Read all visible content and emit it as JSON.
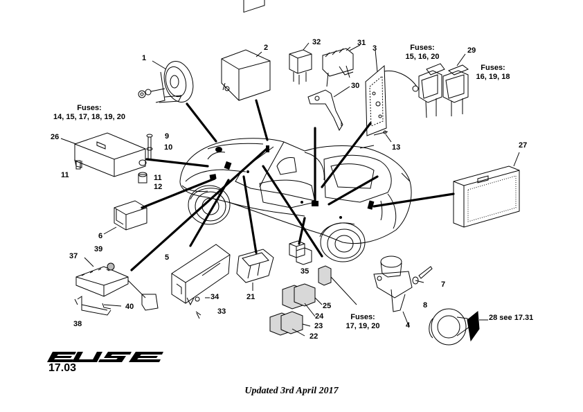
{
  "labels": {
    "p1": "1",
    "p2": "2",
    "p3": "3",
    "p4": "4",
    "p5": "5",
    "p6": "6",
    "p7": "7",
    "p8": "8",
    "p9": "9",
    "p10": "10",
    "p11a": "11",
    "p11b": "11",
    "p12": "12",
    "p13": "13",
    "p21": "21",
    "p22": "22",
    "p23": "23",
    "p24": "24",
    "p25": "25",
    "p26": "26",
    "p27": "27",
    "p28": "28 see 17.31",
    "p29": "29",
    "p30": "30",
    "p31": "31",
    "p32": "32",
    "p33": "33",
    "p34": "34",
    "p35": "35",
    "p37": "37",
    "p38": "38",
    "p39": "39",
    "p40": "40"
  },
  "fuse_notes": {
    "left": {
      "title": "Fuses:",
      "list": "14, 15, 17, 18, 19, 20"
    },
    "top_right_a": {
      "title": "Fuses:",
      "list": "15, 16, 20"
    },
    "top_right_b": {
      "title": "Fuses:",
      "list": "16, 19, 18"
    },
    "bottom": {
      "title": "Fuses:",
      "list": "17, 19, 20"
    }
  },
  "page_number": "17.03",
  "footer": "Updated 3rd April 2017",
  "brand_logo_icon": "elise-wordmark-icon"
}
